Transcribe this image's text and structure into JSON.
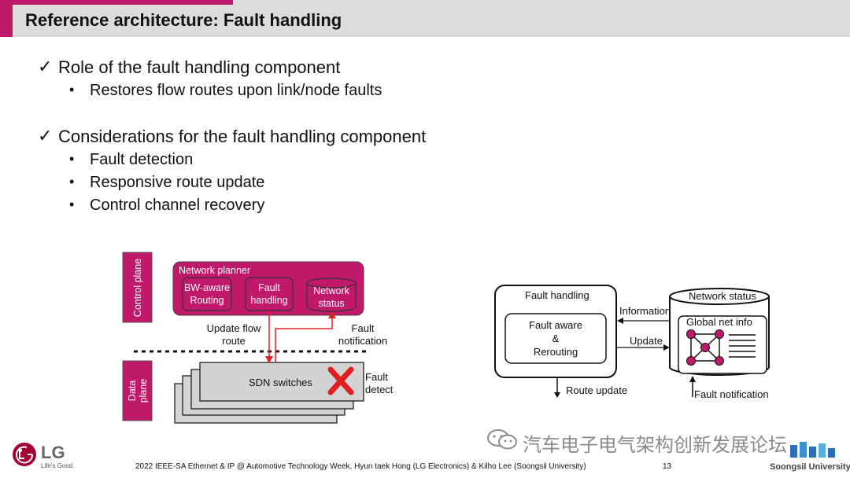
{
  "title": "Reference architecture: Fault handling",
  "sections": [
    {
      "heading": "Role of the fault handling component",
      "bullets": [
        "Restores flow routes upon link/node faults"
      ]
    },
    {
      "heading": "Considerations for the fault handling component",
      "bullets": [
        "Fault detection",
        "Responsive route update",
        "Control channel recovery"
      ]
    }
  ],
  "left_diagram": {
    "control_plane": "Control plane",
    "data_plane": "Data plane",
    "network_planner": "Network planner",
    "bw_aware": "BW-aware Routing",
    "fault_handling": "Fault handling",
    "network_status": "Network status",
    "update_flow_route": "Update flow route",
    "fault_notification": "Fault notification",
    "sdn_switches": "SDN switches",
    "fault_detect": "Fault detect",
    "accent_color": "#c0186b",
    "error_color": "#e02020"
  },
  "right_diagram": {
    "fault_handling": "Fault handling",
    "fault_aware_rerouting": [
      "Fault aware",
      "&",
      "Rerouting"
    ],
    "route_update": "Route update",
    "information": "Information",
    "update": "Update",
    "network_status": "Network status",
    "global_net_info": "Global net info",
    "fault_notification": "Fault notification"
  },
  "footer": {
    "logo": "LG",
    "tagline": "Life's Good",
    "citation": "2022 IEEE-SA Ethernet & IP @ Automotive Technology Week, Hyun taek Hong (LG Electronics) & Kilho Lee (Soongsil University)",
    "page_number": "13",
    "university": "Soongsil University",
    "watermark": "汽车电子电气架构创新发展论坛"
  }
}
